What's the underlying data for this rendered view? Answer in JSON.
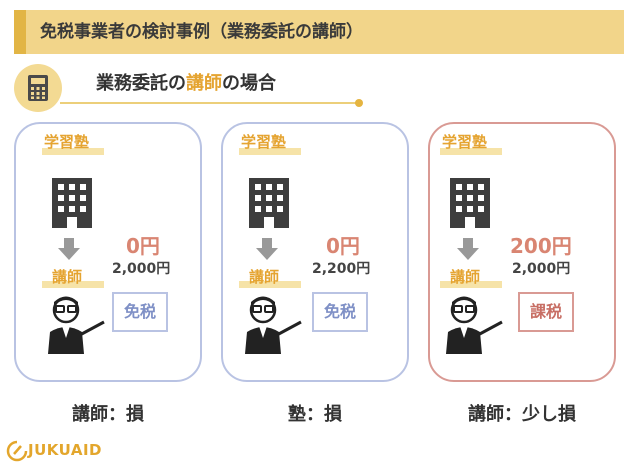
{
  "header": {
    "title": "免税事業者の検討事例（業務委託の講師）"
  },
  "section": {
    "title_before": "業務委託の",
    "title_highlight": "講師",
    "title_after": "の場合",
    "icon": "calculator-icon"
  },
  "cards": [
    {
      "school_label": "学習塾",
      "teacher_label": "講師",
      "amount_main": "0円",
      "amount_sub": "2,000円",
      "tax_status": "免税",
      "result": "講師：損",
      "accent": "#b9c3e3"
    },
    {
      "school_label": "学習塾",
      "teacher_label": "講師",
      "amount_main": "0円",
      "amount_sub": "2,200円",
      "tax_status": "免税",
      "result": "塾：損",
      "accent": "#b9c3e3"
    },
    {
      "school_label": "学習塾",
      "teacher_label": "講師",
      "amount_main": "200円",
      "amount_sub": "2,000円",
      "tax_status": "課税",
      "result": "講師：少し損",
      "accent": "#d99a94"
    }
  ],
  "footer": {
    "logo_text": "JUKUAID",
    "logo_icon": "jukuaid-logo-icon"
  },
  "colors": {
    "banner": "#f2d58a",
    "orange_text": "#e5a431",
    "amount": "#d98572"
  }
}
